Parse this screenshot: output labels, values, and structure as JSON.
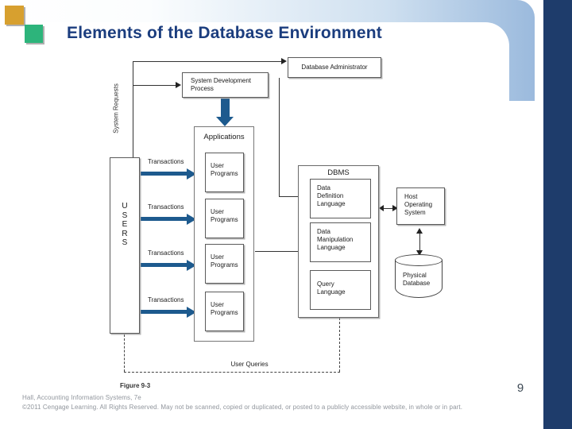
{
  "slide": {
    "title": "Elements of the Database Environment",
    "figure_caption": "Figure 9-3",
    "page_number": "9",
    "footer_line1": "Hall, Accounting Information Systems, 7e",
    "footer_line2": "©2011 Cengage Learning. All Rights Reserved. May not be scanned, copied or duplicated, or posted to a publicly accessible website, in whole or in part."
  },
  "diagram": {
    "db_admin": "Database Administrator",
    "sys_dev": "System Development Process",
    "applications": "Applications",
    "user_programs": [
      "User Programs",
      "User Programs",
      "User Programs",
      "User Programs"
    ],
    "users_letters": [
      "U",
      "S",
      "E",
      "R",
      "S"
    ],
    "system_requests": "System Requests",
    "transactions_labels": [
      "Transactions",
      "Transactions",
      "Transactions",
      "Transactions"
    ],
    "dbms": "DBMS",
    "ddl": "Data Definition Language",
    "dml": "Data Manipulation Language",
    "query_language": "Query Language",
    "host_os": "Host Operating System",
    "physical_db": "Physical Database",
    "user_queries": "User Queries"
  },
  "colors": {
    "accent_navy_bar": "#1e3c6b",
    "title_blue": "#1b3d7e",
    "arrow_blue": "#1d5a8e",
    "square_gold": "#d7a02f",
    "square_green": "#2db47b",
    "band_blue": "#9bbadd"
  }
}
